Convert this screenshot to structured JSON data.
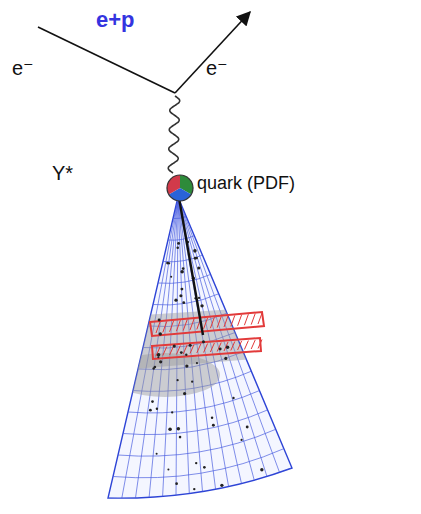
{
  "diagram": {
    "title": "e+p",
    "labels": [
      "e⁻",
      "e⁻",
      "Y*",
      "quark (PDF)"
    ]
  }
}
